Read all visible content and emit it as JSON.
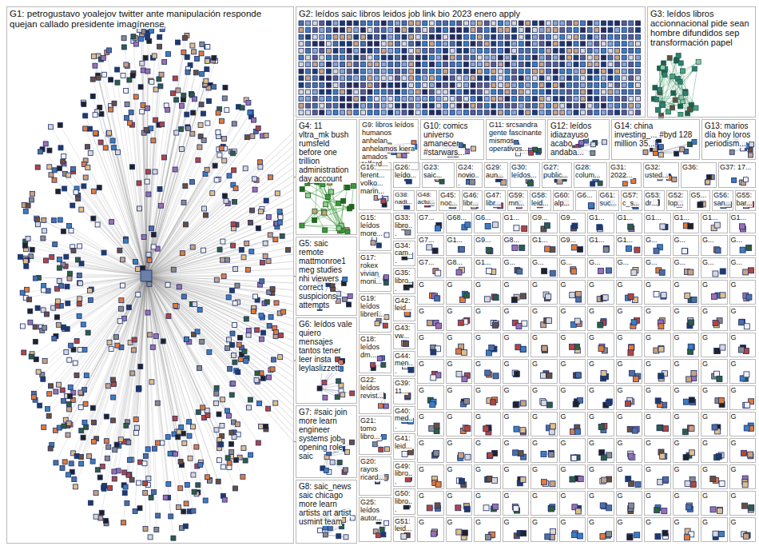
{
  "diagram": {
    "nodes": [
      {
        "text": [
          "G1: petrogustavo yoalejov twitter ante manipulación responde quejan callado presidente imagínense"
        ]
      },
      {
        "text": [
          "G2: leídos saic libros leidos job link bio 2023 enero apply"
        ]
      },
      {
        "text": [
          "G3: leídos libros accionnacional pide sean hombre difundidos sep transformación papel"
        ]
      },
      {
        "text": [
          "G4: 11 vltra_mk bush rumsfeld before one trillion administration day account"
        ]
      },
      {
        "text": [
          "G9: libros leídos humanos anhelan anhelamos kiera amados telford..."
        ]
      },
      {
        "text": [
          "G10: comics universo amanecer #starwars..."
        ]
      },
      {
        "text": [
          "G11: srcsandra gente fascinante mismos operativos..."
        ]
      },
      {
        "text": [
          "G12: leídos idiazayuso acabo andaba..."
        ]
      },
      {
        "text": [
          "G14: china investing_... #byd 128 million 35..."
        ]
      },
      {
        "text": [
          "G13: marios día hoy loros periodism..."
        ]
      },
      {
        "text": [
          "G16: ferent... volko... marin..."
        ]
      },
      {
        "text": [
          "G26: leído..."
        ]
      },
      {
        "text": [
          "G23: saic..."
        ]
      },
      {
        "text": [
          "G24: novio..."
        ]
      },
      {
        "text": [
          "G29: aun..."
        ]
      },
      {
        "text": [
          "G30: leídos..."
        ]
      },
      {
        "text": [
          "G27: public..."
        ]
      },
      {
        "text": [
          "G28: colum..."
        ]
      },
      {
        "text": [
          "G31: 2022..."
        ]
      },
      {
        "text": [
          "G32: usted..."
        ]
      },
      {
        "text": [
          "G36:"
        ]
      },
      {
        "text": [
          "G37: 17..."
        ]
      },
      {
        "text": [
          "G38: nadi..."
        ]
      },
      {
        "text": [
          "G48: actu..."
        ]
      },
      {
        "text": [
          "G45: noc..."
        ]
      },
      {
        "text": [
          "G46: libr..."
        ]
      },
      {
        "text": [
          "G47: libr..."
        ]
      },
      {
        "text": [
          "G59: mn..."
        ]
      },
      {
        "text": [
          "G58: leid..."
        ]
      },
      {
        "text": [
          "G60: alp..."
        ]
      },
      {
        "text": [
          "G6..."
        ]
      },
      {
        "text": [
          "G61: suc..."
        ]
      },
      {
        "text": [
          "G57: c_s..."
        ]
      },
      {
        "text": [
          "G53: dr..."
        ]
      },
      {
        "text": [
          "G52: lop..."
        ]
      },
      {
        "text": [
          "G5..."
        ]
      },
      {
        "text": [
          "G56: san..."
        ]
      },
      {
        "text": [
          "G55: bar..."
        ]
      },
      {
        "text": [
          "G5: saic remote mattmonroe1 meg studies nhi viewers correct suspicions attempts"
        ]
      },
      {
        "text": [
          "G6: leídos vale quiero mensajes tantos tener leer insta leylaslizzett"
        ]
      },
      {
        "text": [
          "G7: #saic join more learn engineer systems job opening role saic"
        ]
      },
      {
        "text": [
          "G8: saic_news saic chicago more learn artists art artist usmint team"
        ]
      },
      {
        "text": [
          "G15: leídos more..."
        ]
      },
      {
        "text": [
          "G17: rokex vivian moni..."
        ]
      },
      {
        "text": [
          "G19: leídos librerí..."
        ]
      },
      {
        "text": [
          "G18: leídos dm..."
        ]
      },
      {
        "text": [
          "G22: leídos revist..."
        ]
      },
      {
        "text": [
          "G21: tomo libro..."
        ]
      },
      {
        "text": [
          "G20: rayos ricard..."
        ]
      },
      {
        "text": [
          "G25: leídos autor..."
        ]
      },
      {
        "text": [
          "G33: libro..."
        ]
      },
      {
        "text": [
          "G34: cam..."
        ]
      },
      {
        "text": [
          "G35: libro..."
        ]
      },
      {
        "text": [
          "G42: leid..."
        ]
      },
      {
        "text": [
          "G43: vw..."
        ]
      },
      {
        "text": [
          "G44: men..."
        ]
      },
      {
        "text": [
          "G39: 11..."
        ]
      },
      {
        "text": [
          "G40: med..."
        ]
      },
      {
        "text": [
          "G41: leid..."
        ]
      },
      {
        "text": [
          "G49: libro..."
        ]
      },
      {
        "text": [
          "G50: libro..."
        ]
      },
      {
        "text": [
          "G51: leid..."
        ]
      },
      {
        "text": [
          "G7..."
        ]
      },
      {
        "text": [
          "G68..."
        ]
      },
      {
        "text": [
          "G6..."
        ]
      },
      {
        "text": [
          "G1..."
        ]
      },
      {
        "text": [
          "G9..."
        ]
      },
      {
        "text": [
          "G9..."
        ]
      },
      {
        "text": [
          "G1..."
        ]
      },
      {
        "text": [
          "G1..."
        ]
      },
      {
        "text": [
          "G1..."
        ]
      },
      {
        "text": [
          "G1..."
        ]
      },
      {
        "text": [
          "G1..."
        ]
      },
      {
        "text": [
          "G1..."
        ]
      },
      {
        "text": [
          "G7..."
        ]
      },
      {
        "text": [
          "G1..."
        ]
      },
      {
        "text": [
          "G9..."
        ]
      },
      {
        "text": [
          "G8..."
        ]
      },
      {
        "text": [
          "G1..."
        ]
      },
      {
        "text": [
          "G9..."
        ]
      },
      {
        "text": [
          "G1..."
        ]
      },
      {
        "text": [
          "G1..."
        ]
      },
      {
        "text": [
          "G..."
        ]
      },
      {
        "text": [
          "G..."
        ]
      },
      {
        "text": [
          "G..."
        ]
      },
      {
        "text": [
          "G..."
        ]
      },
      {
        "text": [
          "G7..."
        ]
      },
      {
        "text": [
          "G8..."
        ]
      },
      {
        "text": [
          "G1..."
        ]
      },
      {
        "text": [
          "G..."
        ]
      },
      {
        "text": [
          "G..."
        ]
      },
      {
        "text": [
          "G..."
        ]
      },
      {
        "text": [
          "G..."
        ]
      },
      {
        "text": [
          "G..."
        ]
      },
      {
        "text": [
          "G..."
        ]
      },
      {
        "text": [
          "G..."
        ]
      },
      {
        "text": [
          "G..."
        ]
      },
      {
        "text": [
          "G..."
        ]
      },
      {
        "text": [
          "G"
        ]
      },
      {
        "text": [
          "G"
        ]
      },
      {
        "text": [
          "G"
        ]
      },
      {
        "text": [
          "G"
        ]
      },
      {
        "text": [
          "G"
        ]
      },
      {
        "text": [
          "G"
        ]
      },
      {
        "text": [
          "G"
        ]
      },
      {
        "text": [
          "G"
        ]
      },
      {
        "text": [
          "G"
        ]
      },
      {
        "text": [
          "G"
        ]
      },
      {
        "text": [
          "G"
        ]
      },
      {
        "text": [
          "G"
        ]
      },
      {
        "text": [
          "G"
        ]
      },
      {
        "text": [
          "G"
        ]
      },
      {
        "text": [
          "G"
        ]
      },
      {
        "text": [
          "G"
        ]
      },
      {
        "text": [
          "G"
        ]
      },
      {
        "text": [
          "G"
        ]
      },
      {
        "text": [
          "G"
        ]
      },
      {
        "text": [
          "G"
        ]
      },
      {
        "text": [
          "G"
        ]
      },
      {
        "text": [
          "G"
        ]
      },
      {
        "text": [
          "G"
        ]
      },
      {
        "text": [
          "G"
        ]
      },
      {
        "text": [
          "G"
        ]
      },
      {
        "text": [
          "G"
        ]
      },
      {
        "text": [
          "G"
        ]
      },
      {
        "text": [
          "G"
        ]
      },
      {
        "text": [
          "G"
        ]
      },
      {
        "text": [
          "G"
        ]
      },
      {
        "text": [
          "G"
        ]
      },
      {
        "text": [
          "G"
        ]
      },
      {
        "text": [
          "G"
        ]
      },
      {
        "text": [
          "G"
        ]
      },
      {
        "text": [
          "G"
        ]
      },
      {
        "text": [
          "G"
        ]
      },
      {
        "text": [
          "G"
        ]
      },
      {
        "text": [
          "G"
        ]
      },
      {
        "text": [
          "G"
        ]
      },
      {
        "text": [
          "G"
        ]
      },
      {
        "text": [
          "G"
        ]
      },
      {
        "text": [
          "G"
        ]
      },
      {
        "text": [
          "G"
        ]
      },
      {
        "text": [
          "G"
        ]
      },
      {
        "text": [
          "G"
        ]
      },
      {
        "text": [
          "G"
        ]
      },
      {
        "text": [
          "G"
        ]
      },
      {
        "text": [
          "G"
        ]
      },
      {
        "text": [
          "G"
        ]
      },
      {
        "text": [
          "G"
        ]
      },
      {
        "text": [
          "G"
        ]
      },
      {
        "text": [
          "G"
        ]
      },
      {
        "text": [
          "G"
        ]
      },
      {
        "text": [
          "G"
        ]
      },
      {
        "text": [
          "G"
        ]
      },
      {
        "text": [
          "G"
        ]
      },
      {
        "text": [
          "G"
        ]
      },
      {
        "text": [
          "G"
        ]
      },
      {
        "text": [
          "G"
        ]
      },
      {
        "text": [
          "G"
        ]
      },
      {
        "text": [
          "G"
        ]
      },
      {
        "text": [
          "G"
        ]
      },
      {
        "text": [
          "G"
        ]
      },
      {
        "text": [
          "G"
        ]
      },
      {
        "text": [
          "G"
        ]
      },
      {
        "text": [
          "G"
        ]
      },
      {
        "text": [
          "G"
        ]
      },
      {
        "text": [
          "G"
        ]
      },
      {
        "text": [
          "G"
        ]
      },
      {
        "text": [
          "G"
        ]
      },
      {
        "text": [
          "G"
        ]
      },
      {
        "text": [
          "G"
        ]
      },
      {
        "text": [
          "G"
        ]
      },
      {
        "text": [
          "G"
        ]
      },
      {
        "text": [
          "G"
        ]
      },
      {
        "text": [
          "G"
        ]
      },
      {
        "text": [
          "G"
        ]
      },
      {
        "text": [
          "G"
        ]
      },
      {
        "text": [
          "G"
        ]
      },
      {
        "text": [
          "G"
        ]
      },
      {
        "text": [
          "G"
        ]
      },
      {
        "text": [
          "G"
        ]
      },
      {
        "text": [
          "G"
        ]
      },
      {
        "text": [
          "G"
        ]
      },
      {
        "text": [
          "G"
        ]
      },
      {
        "text": [
          "G"
        ]
      },
      {
        "text": [
          "G"
        ]
      },
      {
        "text": [
          "G"
        ]
      },
      {
        "text": [
          "G"
        ]
      },
      {
        "text": [
          "G"
        ]
      },
      {
        "text": [
          "G"
        ]
      },
      {
        "text": [
          "G"
        ]
      },
      {
        "text": [
          "G"
        ]
      },
      {
        "text": [
          "G"
        ]
      },
      {
        "text": [
          "G"
        ]
      },
      {
        "text": [
          "G"
        ]
      },
      {
        "text": [
          "G"
        ]
      },
      {
        "text": [
          "G"
        ]
      },
      {
        "text": [
          "G"
        ]
      },
      {
        "text": [
          "G"
        ]
      },
      {
        "text": [
          "G"
        ]
      },
      {
        "text": [
          "G"
        ]
      },
      {
        "text": [
          "G"
        ]
      },
      {
        "text": [
          "G"
        ]
      },
      {
        "text": [
          "G"
        ]
      },
      {
        "text": [
          "G"
        ]
      },
      {
        "text": [
          "G"
        ]
      },
      {
        "text": [
          "G"
        ]
      },
      {
        "text": [
          "G"
        ]
      },
      {
        "text": [
          "G"
        ]
      },
      {
        "text": [
          "G"
        ]
      },
      {
        "text": [
          "G"
        ]
      },
      {
        "text": [
          "G"
        ]
      },
      {
        "text": [
          "G"
        ]
      },
      {
        "text": [
          "G"
        ]
      },
      {
        "text": [
          "G"
        ]
      },
      {
        "text": [
          "G"
        ]
      },
      {
        "text": [
          "G"
        ]
      },
      {
        "text": [
          "G"
        ]
      },
      {
        "text": [
          "G"
        ]
      }
    ],
    "edges": [
      {
        "from": 0,
        "to": 3,
        "arrow": "none"
      },
      {
        "from": 0,
        "to": 38,
        "arrow": "none"
      },
      {
        "from": 0,
        "to": 39,
        "arrow": "none"
      },
      {
        "from": 0,
        "to": 40,
        "arrow": "none"
      }
    ]
  }
}
